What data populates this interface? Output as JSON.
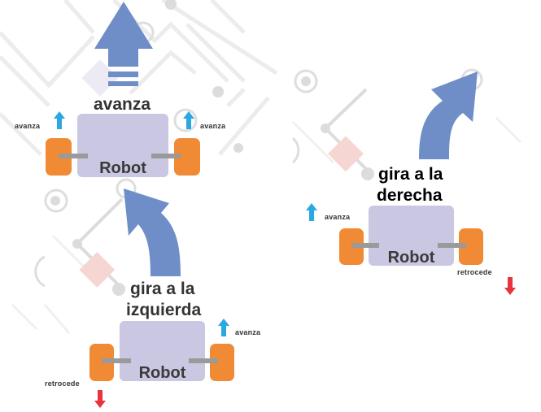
{
  "colors": {
    "big_arrow": "#6f8ec8",
    "robot_body": "#c9c7e1",
    "wheel": "#f08a34",
    "axle": "#9a9a9a",
    "forward_arrow": "#2aa8e0",
    "backward_arrow": "#e8343c",
    "circuit_lines": "#e6e6e6",
    "circuit_nodes": "#d6d6d6",
    "diamond_pink": "#f5d6d3",
    "diamond_lavender": "#ecebf5"
  },
  "panels": [
    {
      "id": "forward",
      "caption": "avanza",
      "robot_label": "Robot",
      "big_arrow": "straight-up",
      "left_wheel": {
        "label": "avanza",
        "direction": "forward"
      },
      "right_wheel": {
        "label": "avanza",
        "direction": "forward"
      }
    },
    {
      "id": "turn-left",
      "caption_line1": "gira a la",
      "caption_line2": "izquierda",
      "robot_label": "Robot",
      "big_arrow": "curved-up-left",
      "left_wheel": {
        "label": "retrocede",
        "direction": "backward"
      },
      "right_wheel": {
        "label": "avanza",
        "direction": "forward"
      }
    },
    {
      "id": "turn-right",
      "caption_line1": "gira a la",
      "caption_line2": "derecha",
      "robot_label": "Robot",
      "big_arrow": "curved-up-right",
      "left_wheel": {
        "label": "avanza",
        "direction": "forward"
      },
      "right_wheel": {
        "label": "retrocede",
        "direction": "backward"
      }
    }
  ]
}
